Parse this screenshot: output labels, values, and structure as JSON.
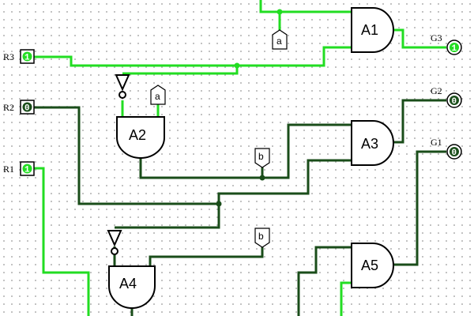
{
  "colors": {
    "wire_on": "#22dd22",
    "wire_off": "#1a4d1a",
    "grid_dot": "#b4b4b4"
  },
  "gates": {
    "a1": "A1",
    "a2": "A2",
    "a3": "A3",
    "a4": "A4",
    "a5": "A5"
  },
  "inputs": {
    "r3": {
      "label": "R3",
      "value": "1"
    },
    "r2": {
      "label": "R2",
      "value": "0"
    },
    "r1": {
      "label": "R1",
      "value": "1"
    }
  },
  "outputs": {
    "g3": {
      "label": "G3",
      "value": "1"
    },
    "g2": {
      "label": "G2",
      "value": "0"
    },
    "g1": {
      "label": "G1",
      "value": "0"
    }
  },
  "tunnels": {
    "a_top": "a",
    "a_mid": "a",
    "b_mid": "b",
    "b_low": "b"
  }
}
